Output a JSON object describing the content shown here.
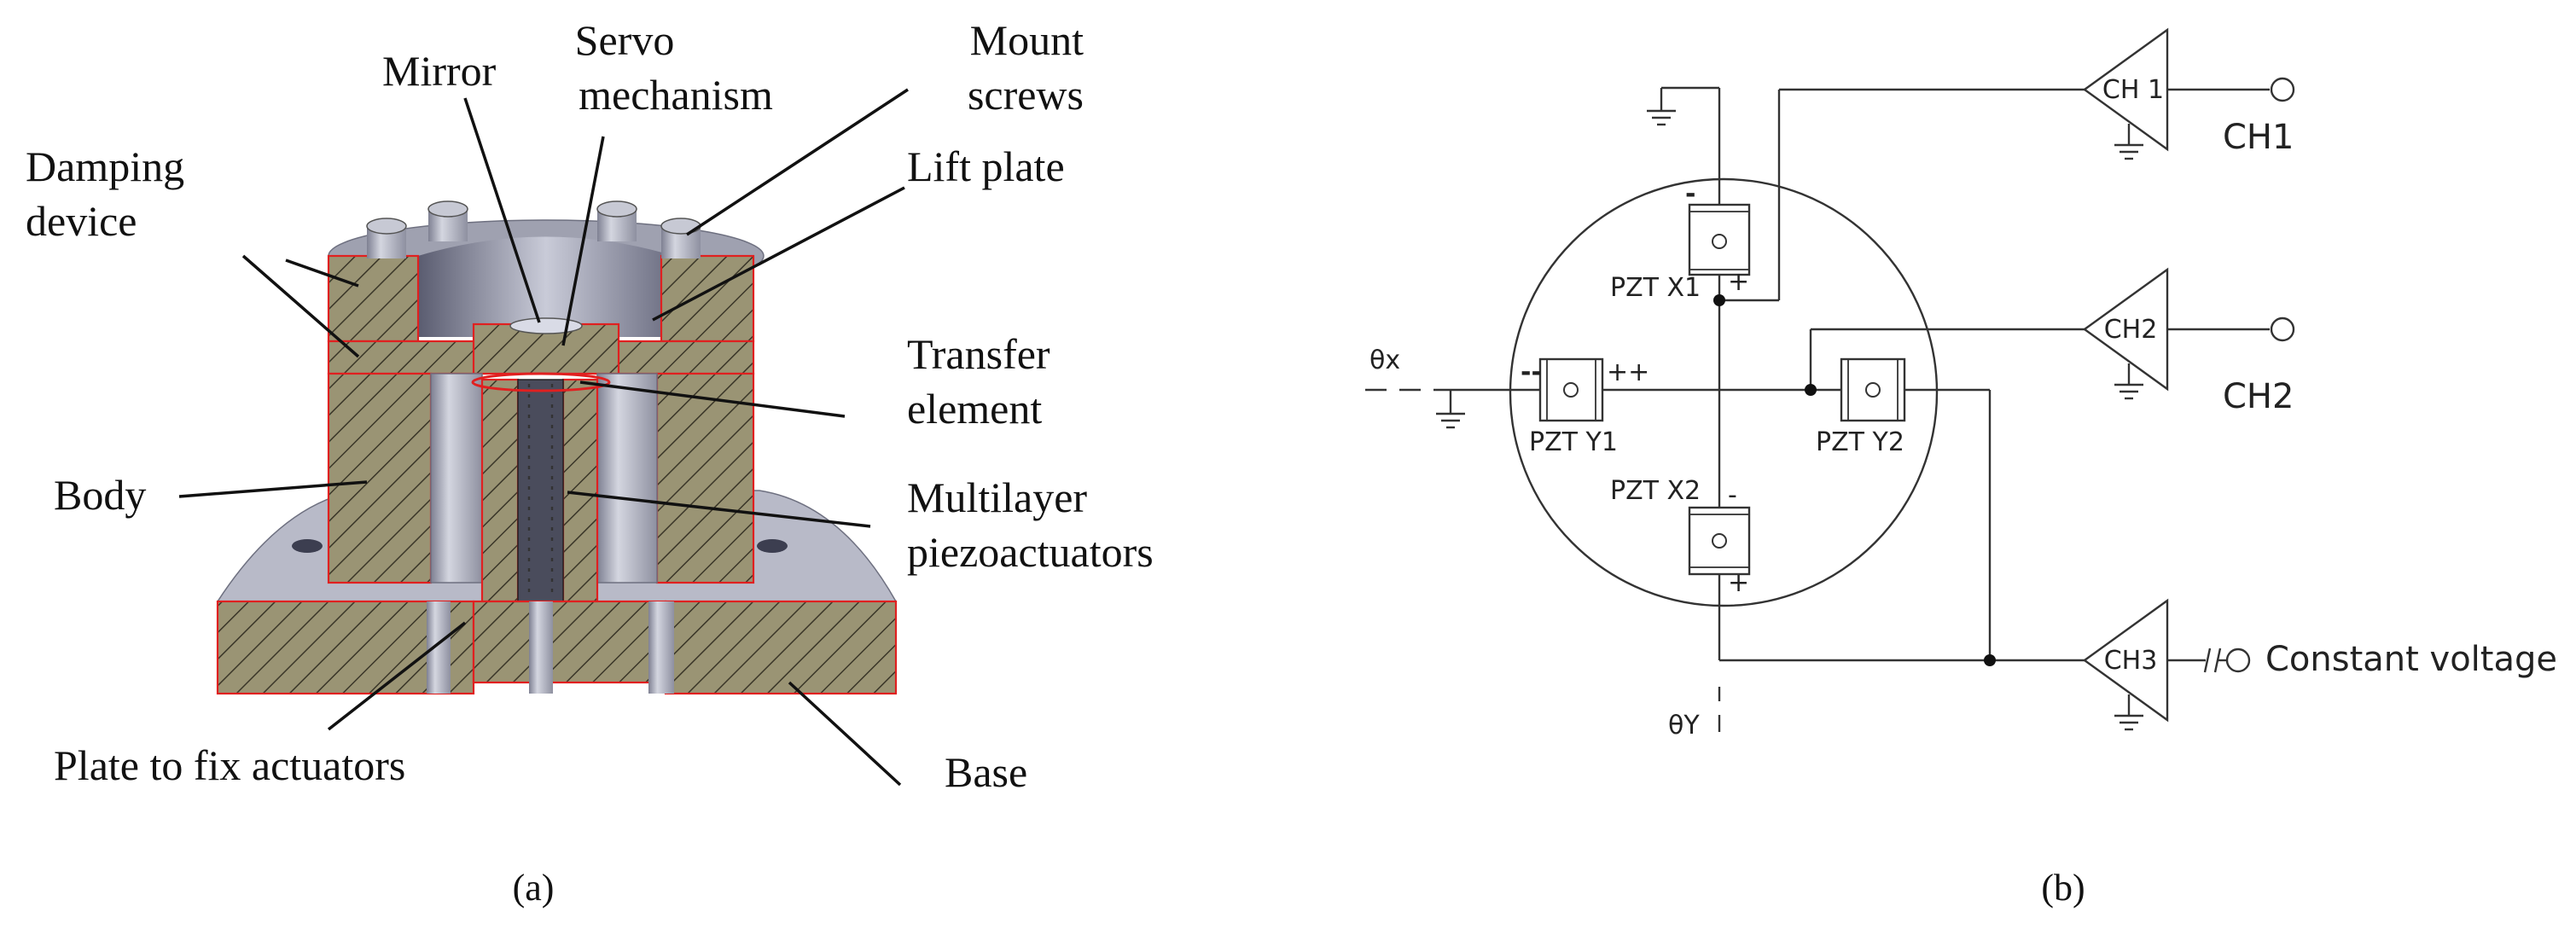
{
  "panel_a": {
    "labels": {
      "mirror": "Mirror",
      "servo_line1": "Servo",
      "servo_line2": "mechanism",
      "mount_line1": "Mount",
      "mount_line2": "screws",
      "damping_line1": "Damping",
      "damping_line2": "device",
      "lift_plate": "Lift plate",
      "transfer_line1": "Transfer",
      "transfer_line2": "element",
      "body": "Body",
      "multilayer_line1": "Multilayer",
      "multilayer_line2": "piezoactuators",
      "plate_fix": "Plate to fix actuators",
      "base": "Base"
    },
    "caption": "(a)"
  },
  "panel_b": {
    "amplifiers": [
      "CH 1",
      "CH2",
      "CH3"
    ],
    "outputs": {
      "ch1": "CH1",
      "ch2": "CH2",
      "constant": "Constant voltage"
    },
    "axes": {
      "theta_x": "θx",
      "theta_y": "θY"
    },
    "pzt": {
      "x1": "PZT  X1",
      "x2": "PZT  X2",
      "y1": "PZT  Y1",
      "y2": "PZT  Y2"
    },
    "polarity": {
      "minus": "-",
      "plus": "+",
      "double_minus": "--",
      "double_plus": "++"
    },
    "caption": "(b)"
  },
  "colors": {
    "hatch_fill": "#9a9474",
    "section_outline": "#e02020",
    "metal": "#b8bac8"
  }
}
